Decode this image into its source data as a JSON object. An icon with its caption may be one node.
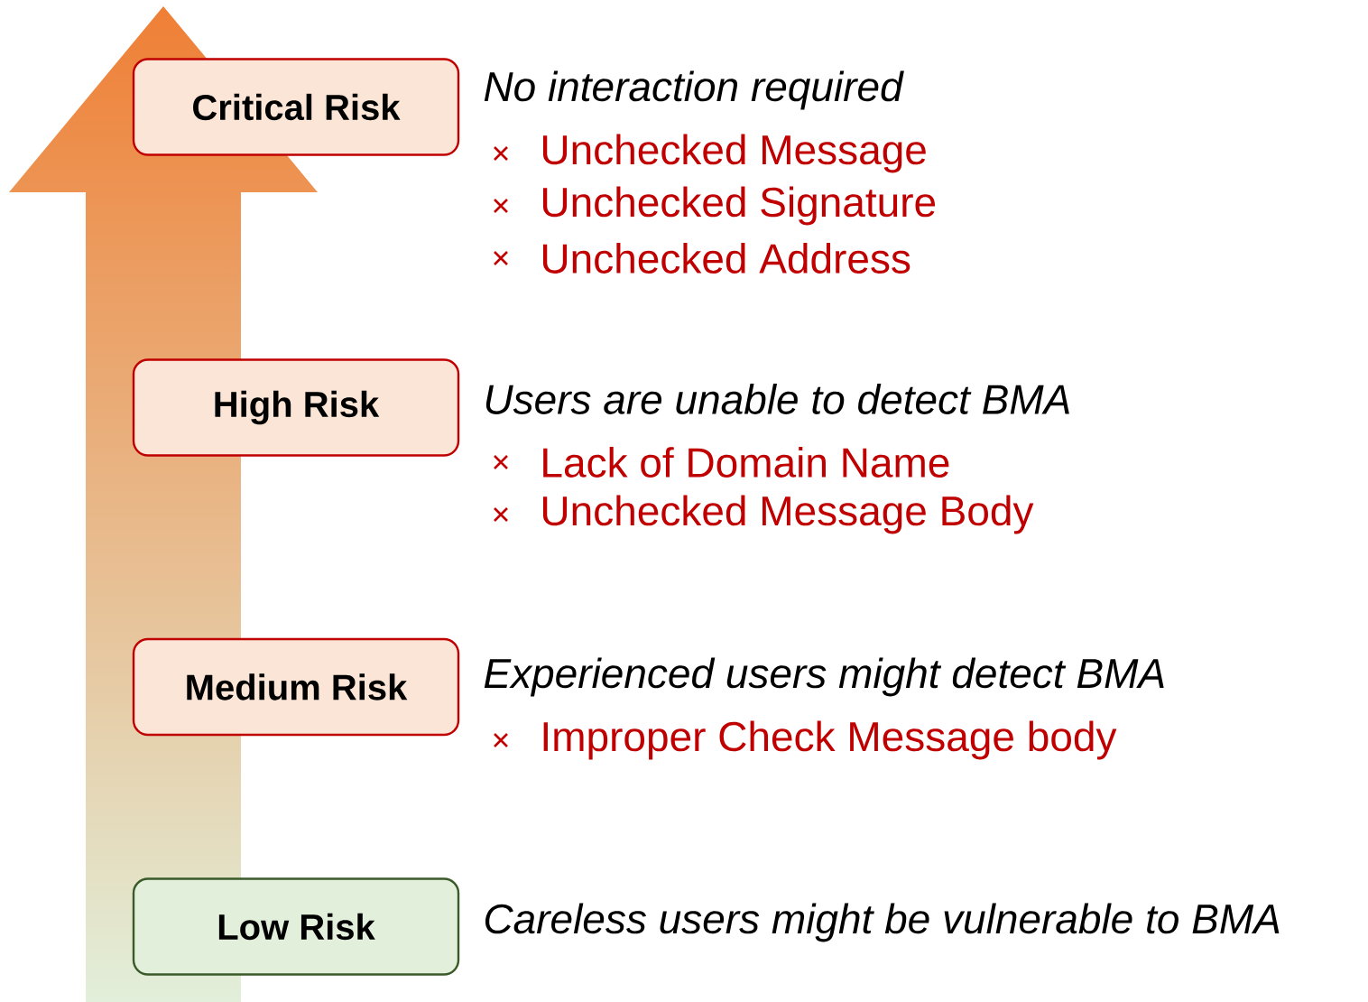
{
  "diagram": {
    "nodes": [
      {
        "text": [
          "Critical Risk"
        ],
        "beside": [
          "No interaction required",
          "Unchecked Message",
          "Unchecked Signature",
          "Unchecked Address"
        ]
      },
      {
        "text": [
          "High Risk"
        ],
        "beside": [
          "Users are unable to detect BMA",
          "Lack of Domain Name",
          "Unchecked Message Body"
        ]
      },
      {
        "text": [
          "Medium Risk"
        ],
        "beside": [
          "Experienced users might detect BMA",
          "Improper Check Message body"
        ]
      },
      {
        "text": [
          "Low Risk"
        ],
        "beside": [
          "Careless users might be vulnerable to BMA"
        ]
      }
    ]
  }
}
